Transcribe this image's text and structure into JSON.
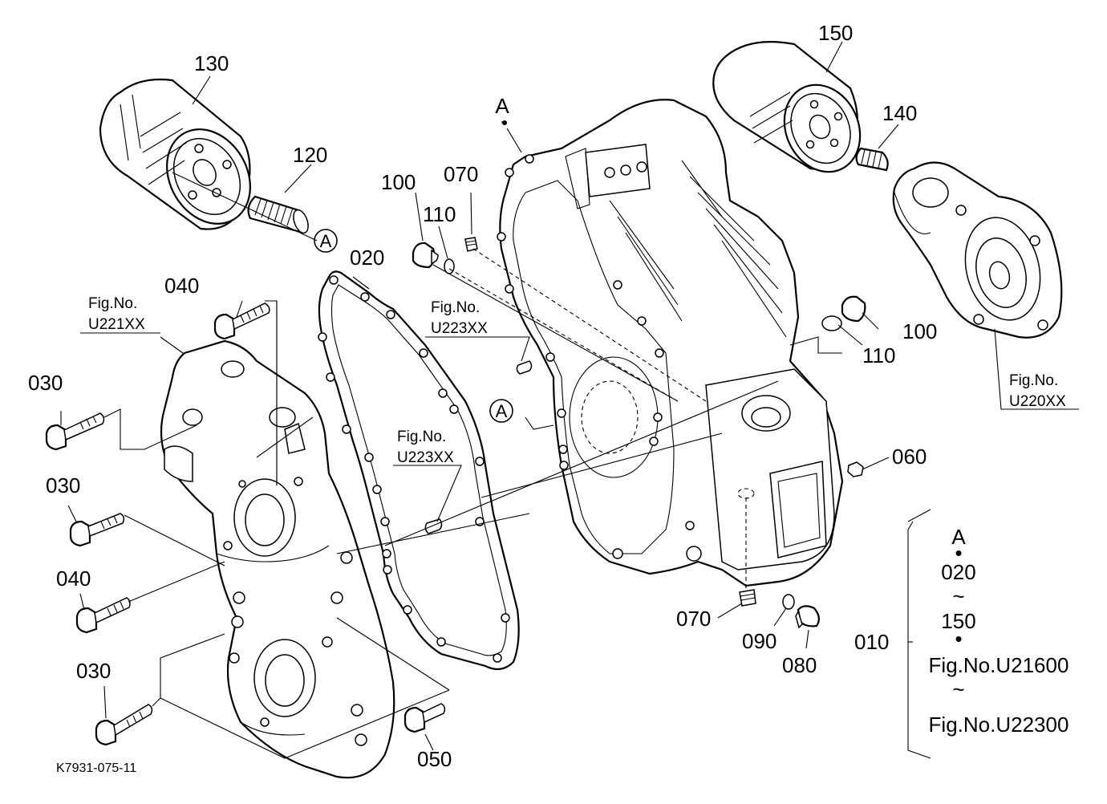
{
  "callouts": {
    "p130": "130",
    "p120": "120",
    "p150": "150",
    "p140": "140",
    "p100a": "100",
    "p110a": "110",
    "p070a": "070",
    "p020": "020",
    "p040a": "040",
    "p030a": "030",
    "p030b": "030",
    "p040b": "040",
    "p030c": "030",
    "p050": "050",
    "p100b": "100",
    "p110b": "110",
    "p060": "060",
    "p070b": "070",
    "p090": "090",
    "p080": "080",
    "p010": "010"
  },
  "refs": {
    "a1": "A",
    "a2": "A",
    "a_top": "A",
    "fig_u221": [
      "Fig.No.",
      "U221XX"
    ],
    "fig_u223a": [
      "Fig.No.",
      "U223XX"
    ],
    "fig_u223b": [
      "Fig.No.",
      "U223XX"
    ],
    "fig_u220": [
      "Fig.No.",
      "U220XX"
    ]
  },
  "assembly_note": {
    "l1": "A",
    "l2": "•",
    "l3": "020",
    "l4": "~",
    "l5": "150",
    "l6": "•",
    "l7": "Fig.No.U21600",
    "l8": "~",
    "l9": "Fig.No.U22300"
  },
  "drawing_code": "K7931-075-11"
}
